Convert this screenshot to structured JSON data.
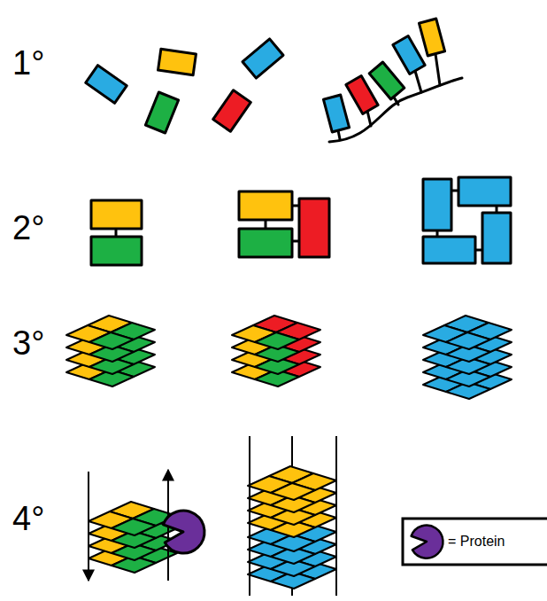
{
  "diagram": {
    "labels": [
      "1°",
      "2°",
      "3°",
      "4°"
    ],
    "legend": [
      {
        "text": "= Protein"
      }
    ]
  }
}
